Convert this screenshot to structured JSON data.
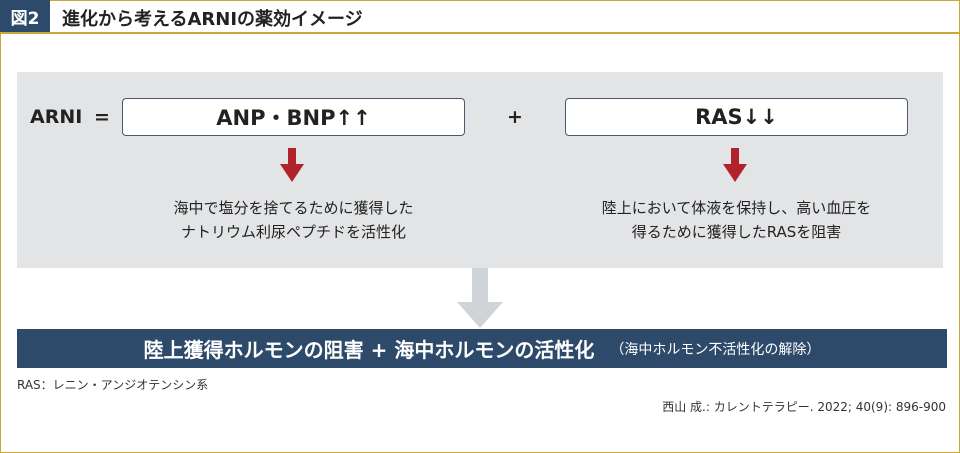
{
  "figure": {
    "badge": "図2",
    "title": "進化から考えるARNIの薬効イメージ"
  },
  "formula": {
    "lhs": "ARNI",
    "equals": "=",
    "term1": "ANP・BNP↑↑",
    "plus": "+",
    "term2": "RAS↓↓"
  },
  "descriptions": {
    "left": [
      "海中で塩分を捨てるために獲得した",
      "ナトリウム利尿ペプチドを活性化"
    ],
    "right": [
      "陸上において体液を保持し、高い血圧を",
      "得るために獲得したRASを阻害"
    ]
  },
  "result": {
    "main": "陸上獲得ホルモンの阻害 + 海中ホルモンの活性化",
    "sub": "（海中ホルモン不活性化の解除）"
  },
  "footnote": "RAS：レニン・アンジオテンシン系",
  "citation": "西山 成.: カレントテラピー. 2022; 40(9): 896-900",
  "colors": {
    "navy": "#2e4a6b",
    "gold": "#c9a93a",
    "red_arrow": "#b0232a",
    "panel_grey": "#e3e4e6",
    "arrow_grey": "#d0d3d8"
  }
}
